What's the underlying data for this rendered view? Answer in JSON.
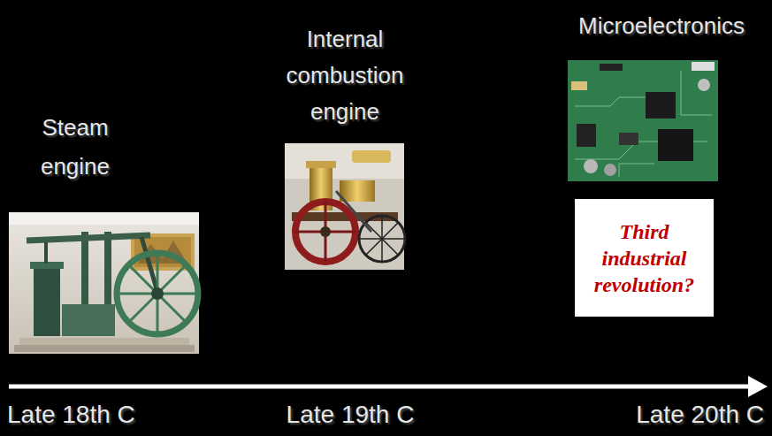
{
  "diagram": {
    "nodes": [
      {
        "text": [
          "Third industrial revolution?"
        ]
      }
    ],
    "labels": [
      "Steam engine",
      "Internal combustion engine",
      "Microelectronics",
      "Late 18th C",
      "Late 19th C",
      "Late 20th C"
    ]
  }
}
